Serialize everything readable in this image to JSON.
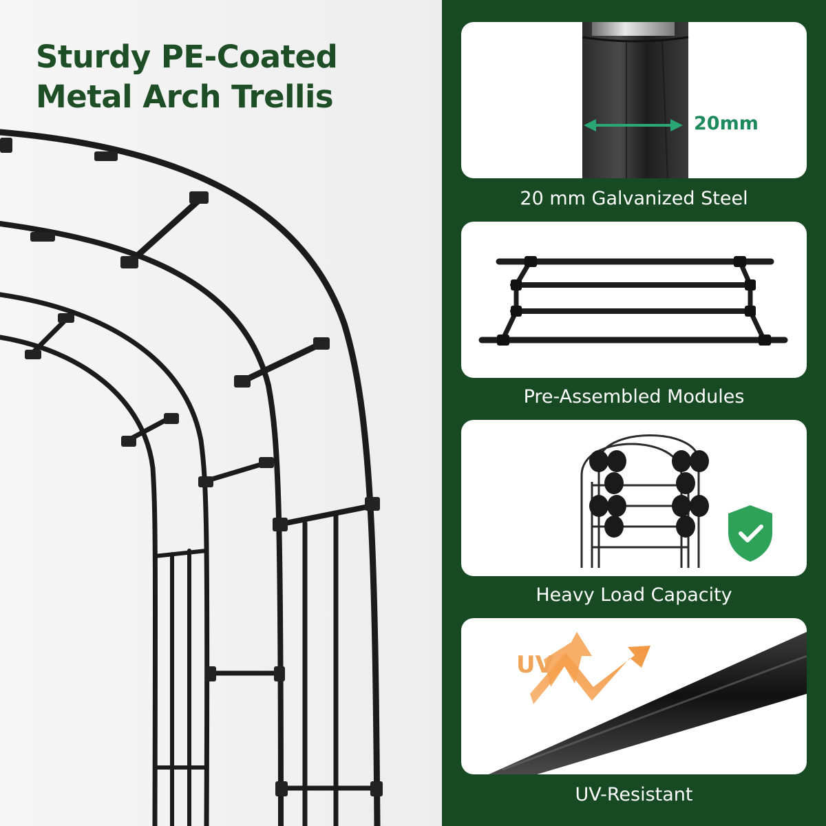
{
  "headline": "Sturdy PE-Coated Metal Arch Trellis",
  "features": [
    {
      "caption": "20 mm Galvanized Steel",
      "icon": "steel-tube-closeup"
    },
    {
      "caption": "Pre-Assembled Modules",
      "icon": "module-panel"
    },
    {
      "caption": "Heavy Load Capacity",
      "icon": "weighted-arch"
    },
    {
      "caption": "UV-Resistant",
      "icon": "uv-arrows"
    }
  ],
  "dimension_label": "20mm",
  "uv_label": "UV",
  "colors": {
    "panel_green": "#174a23",
    "headline_green": "#1d4e25",
    "accent_green": "#1c8a5c",
    "badge_green": "#2fa25a",
    "uv_orange": "#f0a45a",
    "card_bg": "#ffffff"
  }
}
